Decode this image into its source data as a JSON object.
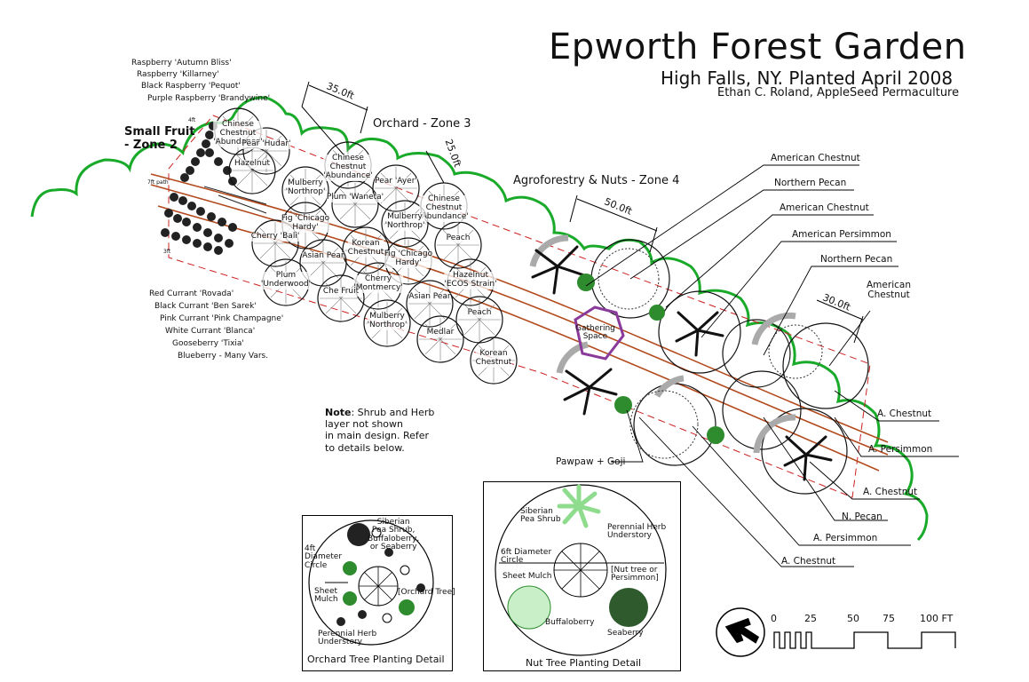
{
  "header": {
    "title": "Epworth Forest Garden",
    "subtitle": "High Falls, NY. Planted April 2008",
    "credit": "Ethan C. Roland, AppleSeed Permaculture"
  },
  "zones": {
    "small_fruit": "Small Fruit\n- Zone 2",
    "orchard": "Orchard - Zone 3",
    "agroforestry": "Agroforestry & Nuts - Zone 4"
  },
  "dimensions": {
    "d35": "35.0ft",
    "d25": "25.0ft",
    "d50": "50.0ft",
    "d30": "30.0ft",
    "path": "7ft path",
    "ft4": "4ft",
    "ft3": "3ft"
  },
  "berries_top": [
    "Raspberry 'Autumn Bliss'",
    "Raspberry 'Killarney'",
    "Black Raspberry 'Pequot'",
    "Purple Raspberry 'Brandywine'"
  ],
  "berries_bottom": [
    "Red Currant 'Rovada'",
    "Black Currant 'Ben Sarek'",
    "Pink Currant 'Pink Champagne'",
    "White Currant 'Blanca'",
    "Gooseberry 'Tixia'",
    "Blueberry - Many Vars."
  ],
  "orchard_trees": [
    "Chinese\nChestnut\n'Abundance'",
    "Hazelnut",
    "Pear 'Hudar'",
    "Chinese\nChestnut\n'Abundance'",
    "Mulberry\n'Northrop'",
    "Pear 'Ayer'",
    "Chinese\nChestnut\n'Abundance'",
    "Plum 'Waneta'",
    "Fig 'Chicago\nHardy'",
    "Mulberry\n'Northrop'",
    "Cherry 'Bali'",
    "Korean\nChestnut",
    "Peach",
    "Fig 'Chicago\nHardy'",
    "Asian Pear",
    "Plum\n'Underwood'",
    "Hazelnut\n'ECOS Strain'",
    "Cherry\n'Montmercy'",
    "Che Fruit",
    "Asian Pear",
    "Mulberry\n'Northrop'",
    "Peach",
    "Medlar",
    "Korean\nChestnut"
  ],
  "note": {
    "bold": "Note",
    "text": ": Shrub and Herb\nlayer not shown\nin main design. Refer\nto details below."
  },
  "gathering": "Gathering\nSpace",
  "callouts": [
    "American Chestnut",
    "Northern Pecan",
    "American Chestnut",
    "American Persimmon",
    "Northern Pecan",
    "American\nChestnut",
    "A. Chestnut",
    "A. Persimmon",
    "A. Chestnut",
    "N. Pecan",
    "A. Persimmon",
    "A. Chestnut",
    "Pawpaw + Goji"
  ],
  "orchard_detail": {
    "caption": "Orchard Tree Planting Detail",
    "siberian": "Siberian\nPea Shrub,\nBuffaloberry,\nor Seaberry",
    "circle": "4ft\nDiameter\nCircle",
    "mulch": "Sheet\nMulch",
    "tree": "[Orchard Tree]",
    "herb": "Perennial Herb\nUnderstory"
  },
  "nut_detail": {
    "caption": "Nut Tree Planting Detail",
    "siberian": "Siberian\nPea Shrub",
    "herb": "Perennial Herb\nUnderstory",
    "circle": "6ft Diameter\nCircle",
    "mulch": "Sheet Mulch",
    "tree": "[Nut tree or\nPersimmon]",
    "buffalo": "Buffaloberry",
    "seaberry": "Seaberry"
  },
  "scale": {
    "ticks": [
      "0",
      "25",
      "50",
      "75",
      "100 FT"
    ]
  },
  "colors": {
    "hedge": "#1aaa2a",
    "path": "#b34a1e",
    "gathering": "#8a3a9a",
    "shrub_green": "#2e8b2e",
    "light_green": "#8fdc8f"
  }
}
